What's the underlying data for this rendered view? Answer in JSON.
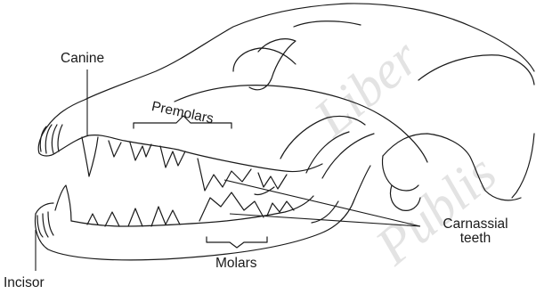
{
  "labels": {
    "canine": "Canine",
    "premolars": "Premolars",
    "carnassial_line1": "Carnassial",
    "carnassial_line2": "teeth",
    "molars": "Molars",
    "incisor": "Incisor"
  },
  "watermark": {
    "line1": "Liber",
    "line2": "Publis",
    "color": "#e3e3e3"
  },
  "colors": {
    "stroke": "#1a1a1a",
    "background": "#ffffff"
  }
}
